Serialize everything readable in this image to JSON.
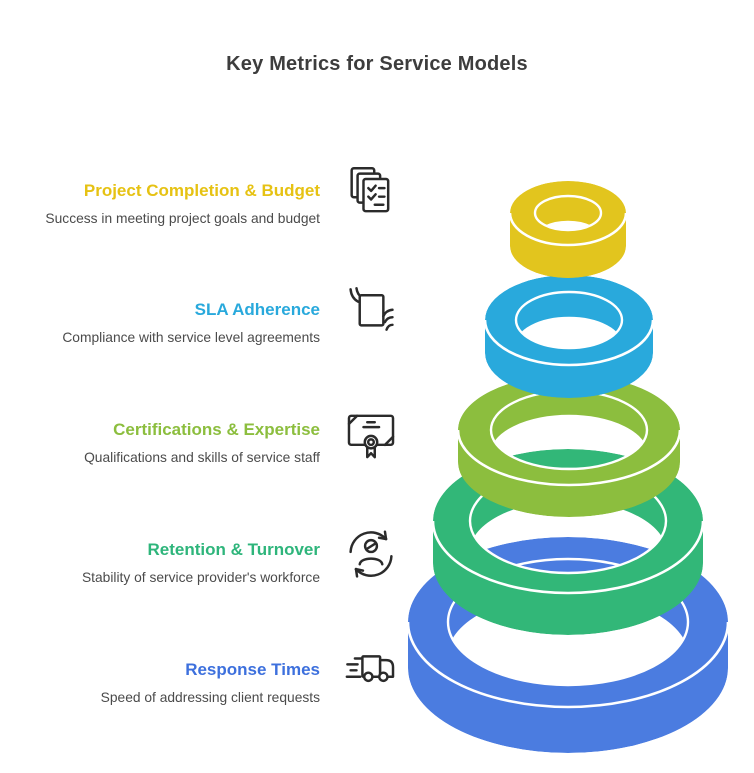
{
  "title": "Key Metrics for Service Models",
  "items": [
    {
      "heading": "Project Completion & Budget",
      "description": "Success in meeting project goals and budget",
      "color": "#e6c213",
      "icon": "checklist-pages-icon"
    },
    {
      "heading": "SLA Adherence",
      "description": "Compliance with service level agreements",
      "color": "#29a9dc",
      "icon": "hands-document-icon"
    },
    {
      "heading": "Certifications & Expertise",
      "description": "Qualifications and skills of service staff",
      "color": "#8cbe3e",
      "icon": "certificate-icon"
    },
    {
      "heading": "Retention & Turnover",
      "description": "Stability of service provider's workforce",
      "color": "#2eb57b",
      "icon": "person-cycle-icon"
    },
    {
      "heading": "Response Times",
      "description": "Speed of addressing client requests",
      "color": "#3d70dd",
      "icon": "delivery-truck-icon"
    }
  ],
  "rings": [
    {
      "label": "Project Completion & Budget",
      "position": "top-smallest",
      "color": "#e2c51e"
    },
    {
      "label": "SLA Adherence",
      "position": "second",
      "color": "#29a9dc"
    },
    {
      "label": "Certifications & Expertise",
      "position": "third",
      "color": "#8cbe3e"
    },
    {
      "label": "Retention & Turnover",
      "position": "fourth",
      "color": "#32b778"
    },
    {
      "label": "Response Times",
      "position": "bottom-largest",
      "color": "#4b7ce0"
    }
  ]
}
